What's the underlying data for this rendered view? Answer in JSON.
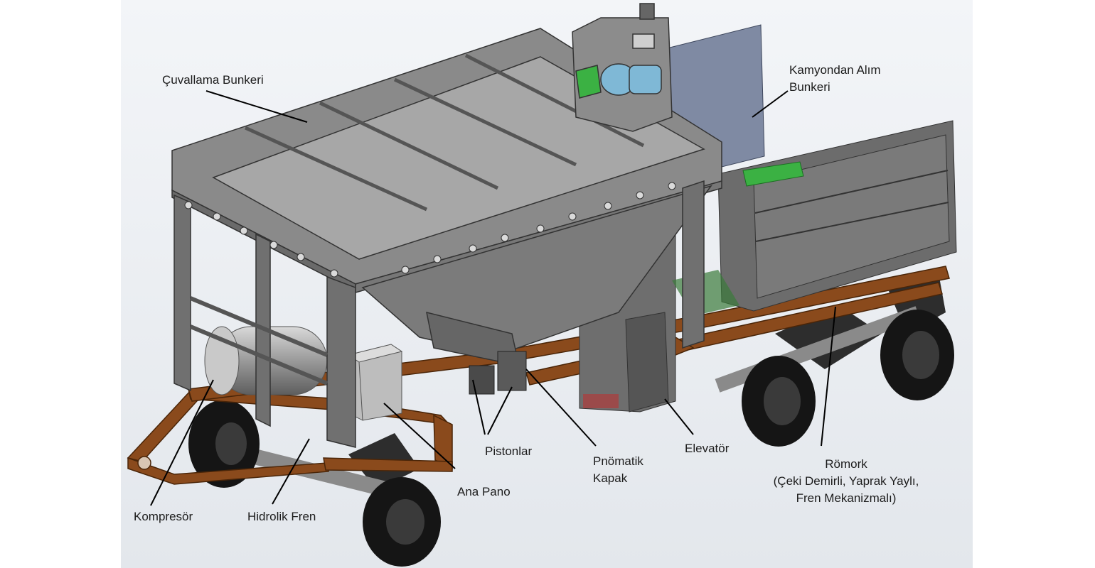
{
  "labels": {
    "cuvallama_bunkeri": "Çuvallama Bunkeri",
    "kamyondan_line1": "Kamyondan Alım",
    "kamyondan_line2": "Bunkeri",
    "pistonlar": "Pistonlar",
    "pnomatik_line1": "Pnömatik",
    "pnomatik_line2": "Kapak",
    "elevator": "Elevatör",
    "romork_line1": "Römork",
    "romork_line2": "(Çeki Demirli, Yaprak Yaylı,",
    "romork_line3": "Fren Mekanizmalı)",
    "ana_pano": "Ana Pano",
    "kompresor": "Kompresör",
    "hidrolik_fren": "Hidrolik Fren"
  },
  "colors": {
    "frame_rust": "#8a4a1c",
    "steel_grey": "#7c7c7c",
    "hopper_top": "#a7a7a7",
    "accent_green": "#3bb143",
    "panel_blue": "#7f8aa3",
    "motor_blue": "#7fb8d6",
    "tire_black": "#151515"
  }
}
